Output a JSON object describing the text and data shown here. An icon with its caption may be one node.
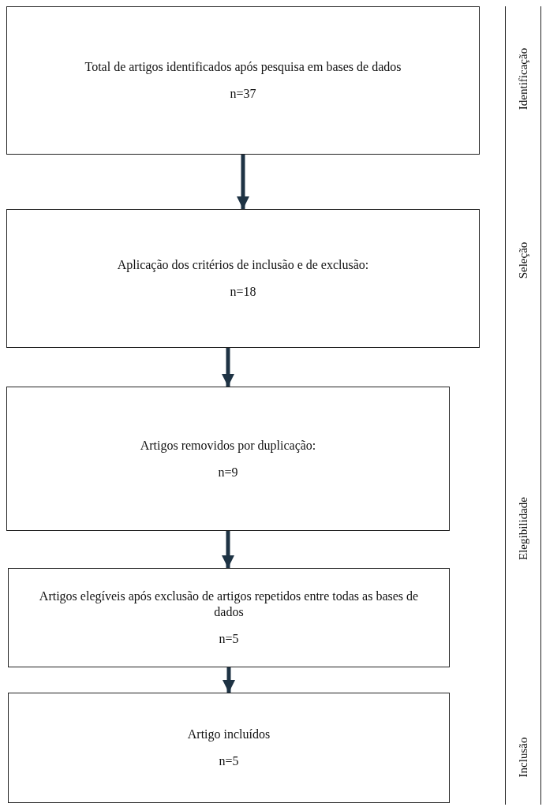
{
  "diagram": {
    "nodes": [
      {
        "text": [
          "Total de artigos identificados após pesquisa em bases de dados",
          "n=37"
        ]
      },
      {
        "text": [
          "Aplicação dos critérios de inclusão e de exclusão:",
          "n=18"
        ]
      },
      {
        "text": [
          "Artigos removidos por duplicação:",
          "n=9"
        ]
      },
      {
        "text": [
          "Artigos elegíveis após exclusão de artigos repetidos entre todas as bases de dados",
          "n=5"
        ]
      },
      {
        "text": [
          "Artigo incluídos",
          "n=5"
        ]
      }
    ],
    "edges": [
      {
        "from": 0,
        "to": 1,
        "arrow": "to"
      },
      {
        "from": 1,
        "to": 2,
        "arrow": "to"
      },
      {
        "from": 2,
        "to": 3,
        "arrow": "to"
      },
      {
        "from": 3,
        "to": 4,
        "arrow": "to"
      }
    ],
    "labels": [
      "Identificação",
      "Seleção",
      "Elegibilidade",
      "Inclusão"
    ]
  }
}
